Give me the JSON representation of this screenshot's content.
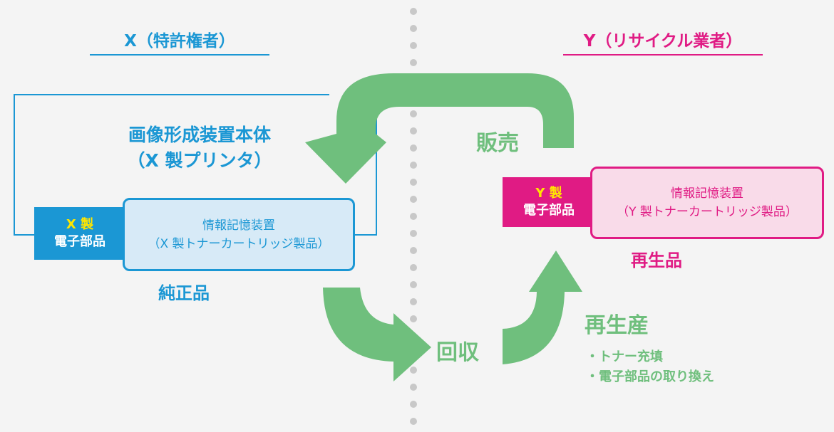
{
  "colors": {
    "background": "#f4f4f4",
    "x_blue": "#1b97d4",
    "x_box_fill": "#d7eaf7",
    "y_magenta": "#e01b84",
    "y_box_fill": "#f9dbe9",
    "arrow_green": "#6fbf7d",
    "divider_gray": "#c8c8c8",
    "chip_maker_yellow": "#ffe600"
  },
  "parties": {
    "x": {
      "label": "X（特許権者）"
    },
    "y": {
      "label": "Y（リサイクル業者）"
    }
  },
  "printer": {
    "line1": "画像形成装置本体",
    "line2": "（X 製プリンタ）"
  },
  "x_side": {
    "chip_maker": "X 製",
    "chip_part": "電子部品",
    "box_line1": "情報記憶装置",
    "box_line2": "（X 製トナーカートリッジ製品）",
    "label": "純正品"
  },
  "y_side": {
    "chip_maker": "Y 製",
    "chip_part": "電子部品",
    "box_line1": "情報記憶装置",
    "box_line2": "（Y 製トナーカートリッジ製品）",
    "label": "再生品"
  },
  "flows": {
    "sale": "販売",
    "collect": "回収",
    "remanufacture": "再生産",
    "steps": [
      "・トナー充填",
      "・電子部品の取り換え"
    ]
  }
}
